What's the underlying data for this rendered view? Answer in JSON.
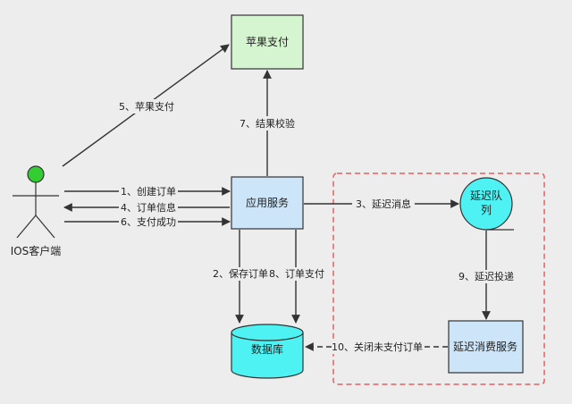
{
  "nodes": {
    "apple_pay": "苹果支付",
    "app_service": "应用服务",
    "database": "数据库",
    "delay_queue": [
      "延迟队",
      "列"
    ],
    "delay_consumer": "延迟消费服务",
    "ios_client": "IOS客户端"
  },
  "edges": {
    "e1": "1、创建订单",
    "e2": "2、保存订单",
    "e3": "3、延迟消息",
    "e4": "4、订单信息",
    "e5": "5、苹果支付",
    "e6": "6、支付成功",
    "e7": "7、结果校验",
    "e8": "8、订单支付",
    "e9": "9、延迟投递",
    "e10": "10、关闭未支付订单"
  },
  "colors": {
    "background": "#ededed",
    "apple_fill": "#d5f5d0",
    "service_fill": "#cce5f8",
    "cyan_fill": "#4ff2f2",
    "actor_head": "#33cc33",
    "dash_border": "#e06060",
    "stroke": "#333333"
  }
}
